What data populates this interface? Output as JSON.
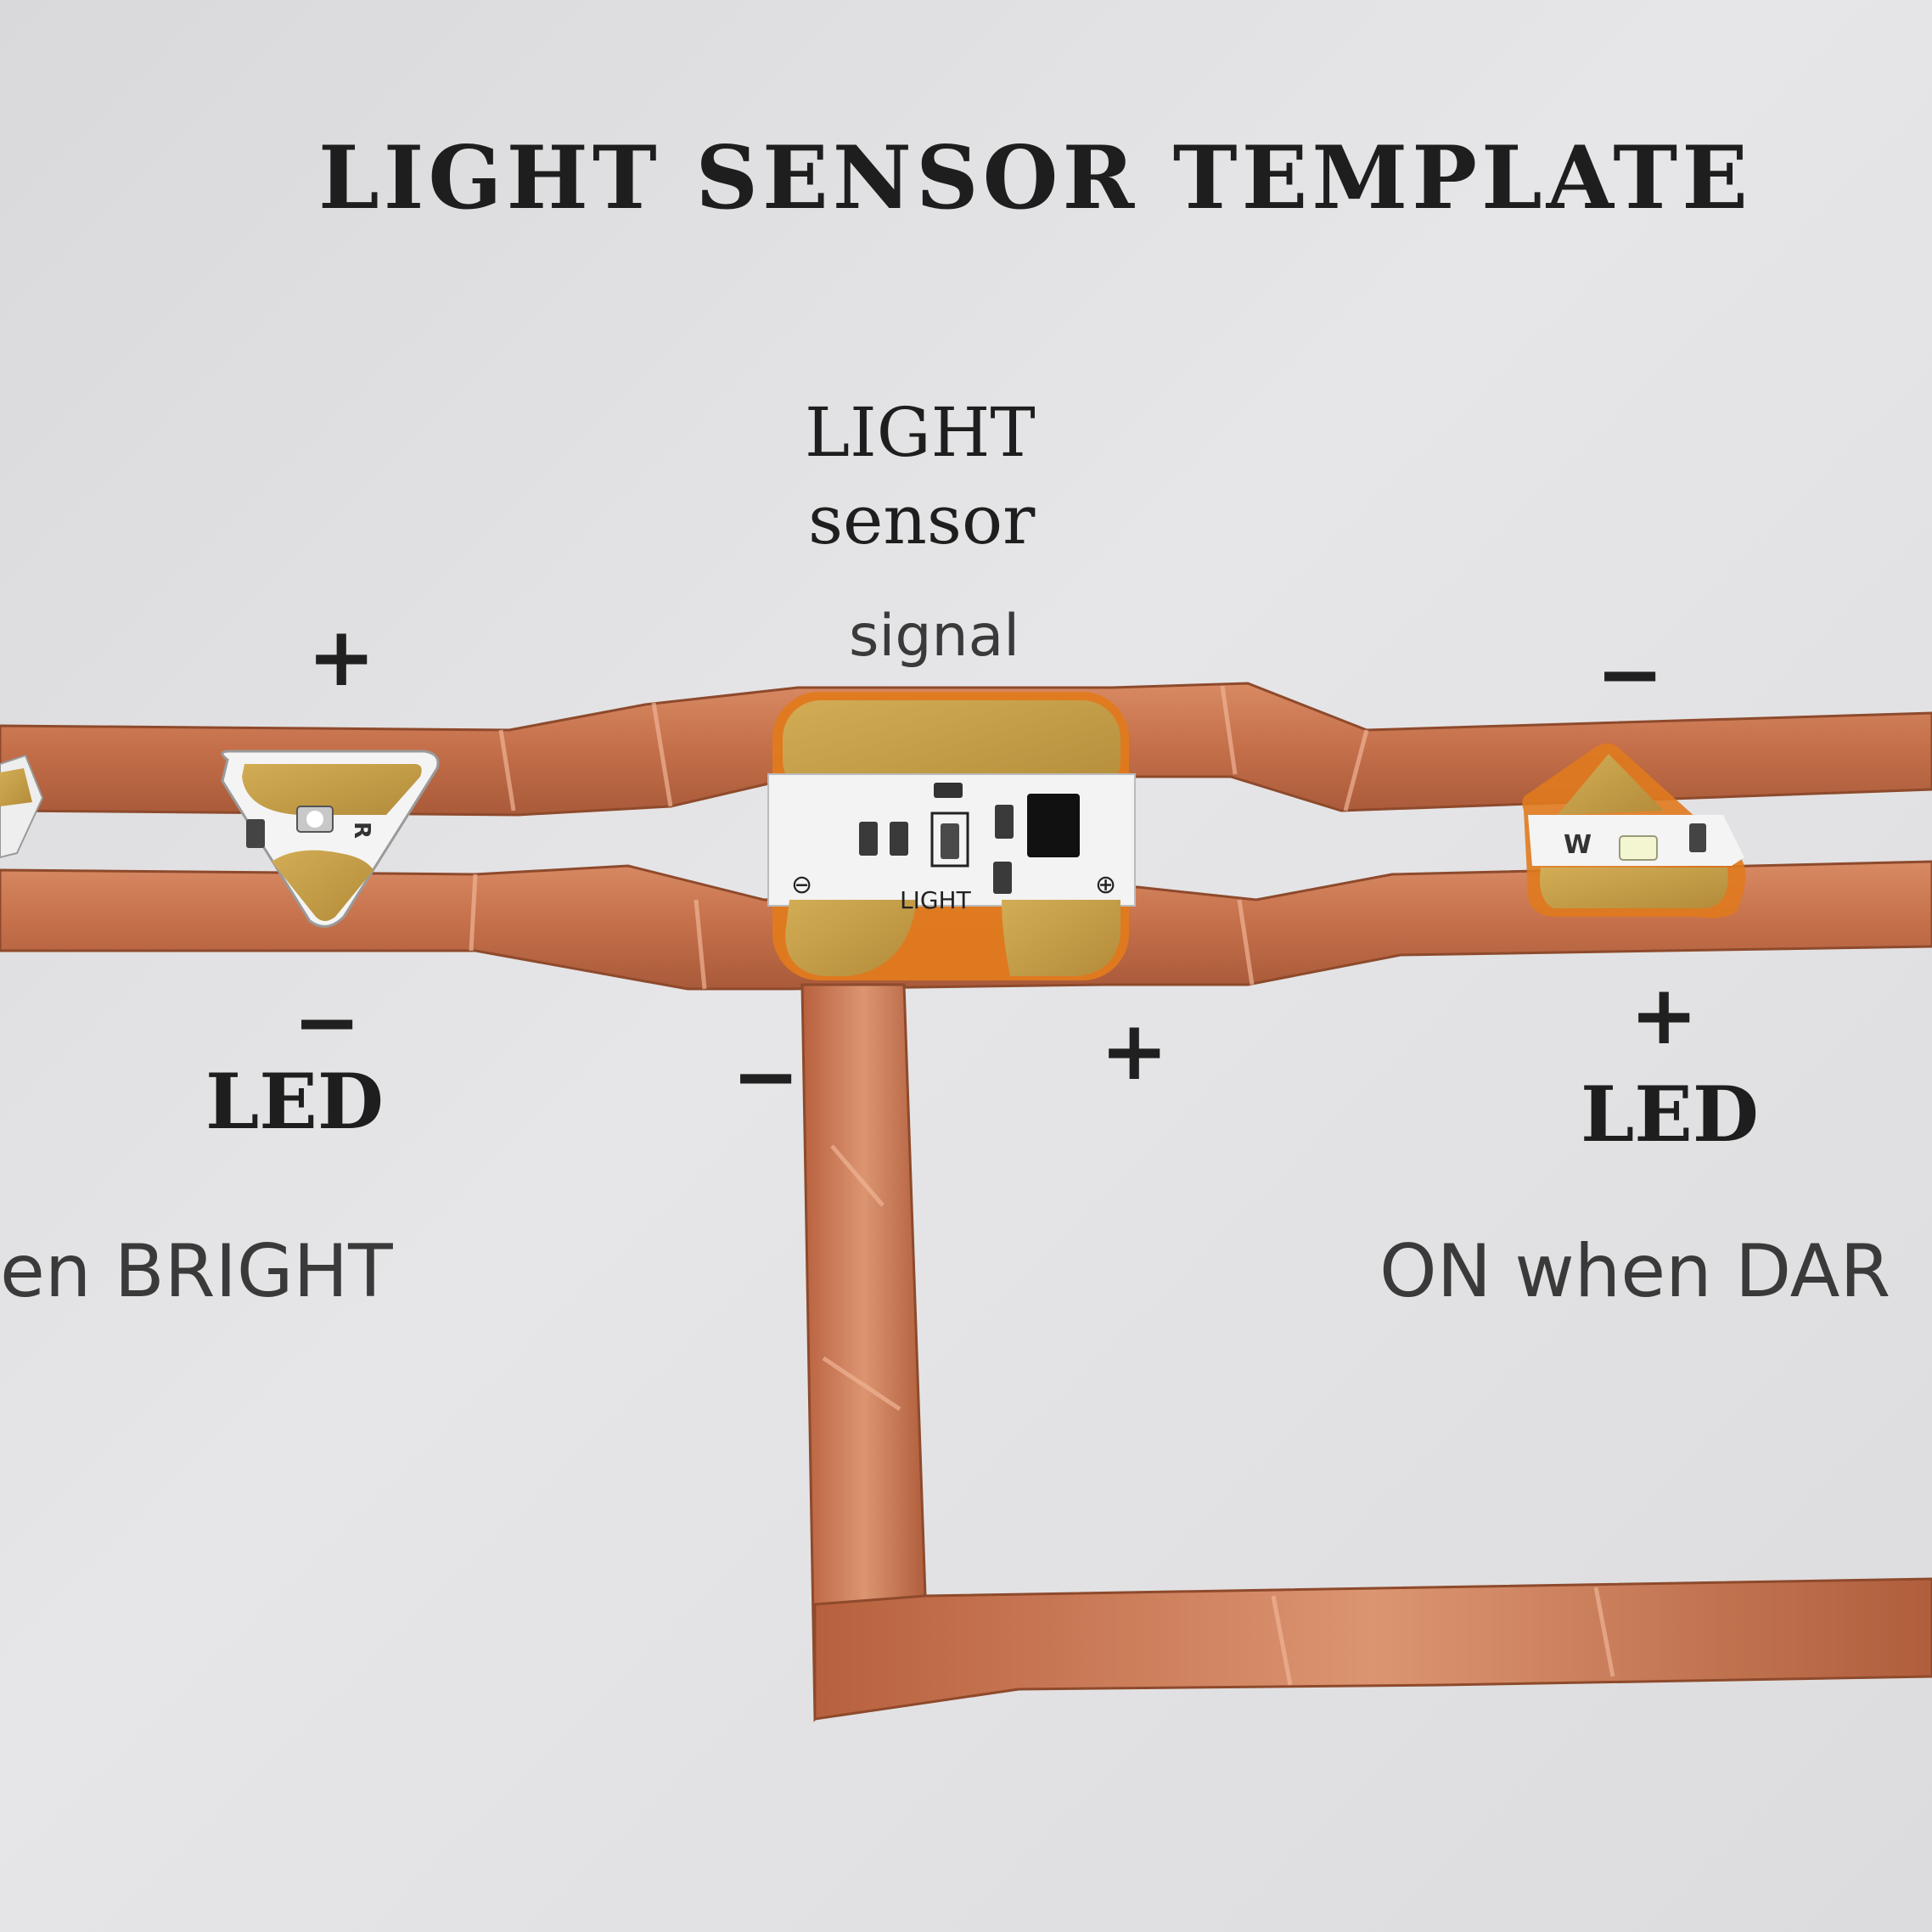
{
  "template": {
    "title": "LIGHT SENSOR TEMPLATE"
  },
  "sensor_block": {
    "line1": "LIGHT",
    "line2": "sensor",
    "signal": "signal",
    "board_label": "LIGHT",
    "minus_symbol": "⊖",
    "plus_symbol": "⊕"
  },
  "left_led": {
    "plus": "+",
    "minus": "−",
    "label": "LED",
    "caption": "en BRIGHT",
    "chip_letter": "R"
  },
  "middle": {
    "minus": "−",
    "plus": "+"
  },
  "right_led": {
    "minus": "−",
    "plus": "+",
    "label": "LED",
    "caption": "ON when DAR",
    "chip_letter": "W"
  },
  "colors": {
    "paper": "#e2e2e4",
    "copper": "#c8744f",
    "copper_dark": "#9a5030",
    "gold_pad": "#c9a24a",
    "pcb_white": "#f2f2f2",
    "polyimide_orange": "#e07a1e",
    "ink": "#1e1e1e"
  }
}
